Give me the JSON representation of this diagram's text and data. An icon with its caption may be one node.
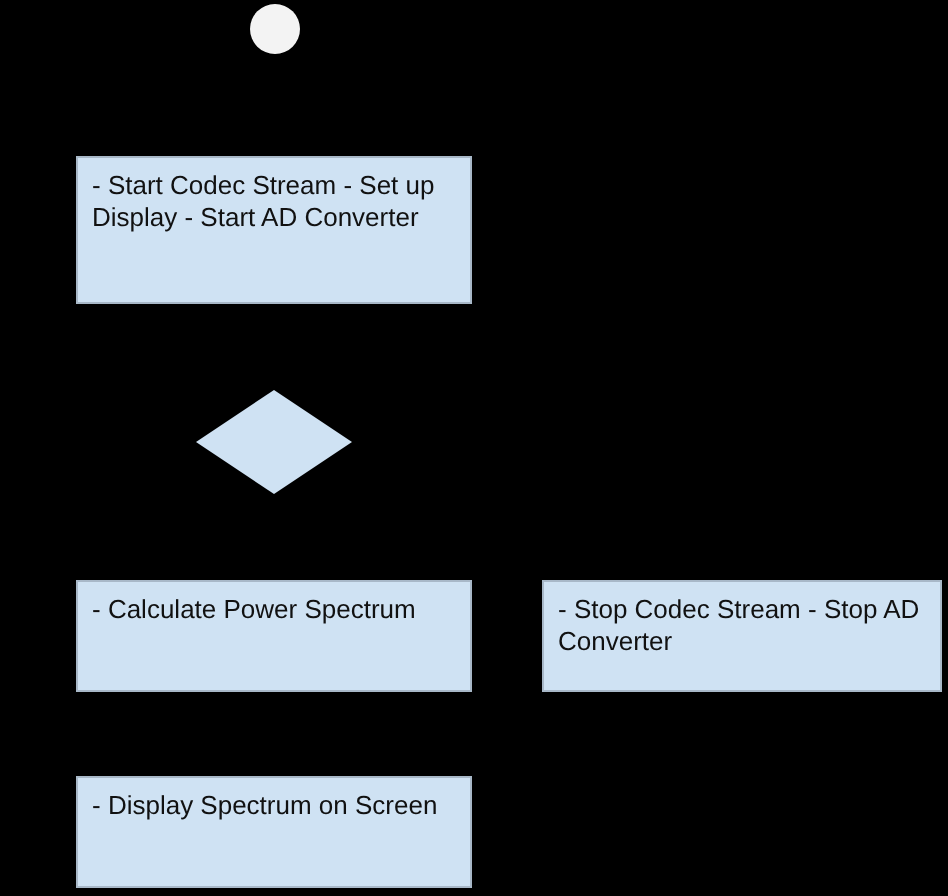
{
  "diagram": {
    "nodes": [
      {
        "text": [],
        "shape": "circle"
      },
      {
        "text": [
          "- Start Codec Stream - Set up Display - Start AD Converter"
        ]
      },
      {
        "text": [],
        "shape": "diamond"
      },
      {
        "text": [
          "- Calculate Power Spectrum"
        ]
      },
      {
        "text": [
          "- Stop Codec Stream - Stop AD Converter"
        ]
      },
      {
        "text": [
          "- Display Spectrum on Screen"
        ]
      }
    ]
  }
}
